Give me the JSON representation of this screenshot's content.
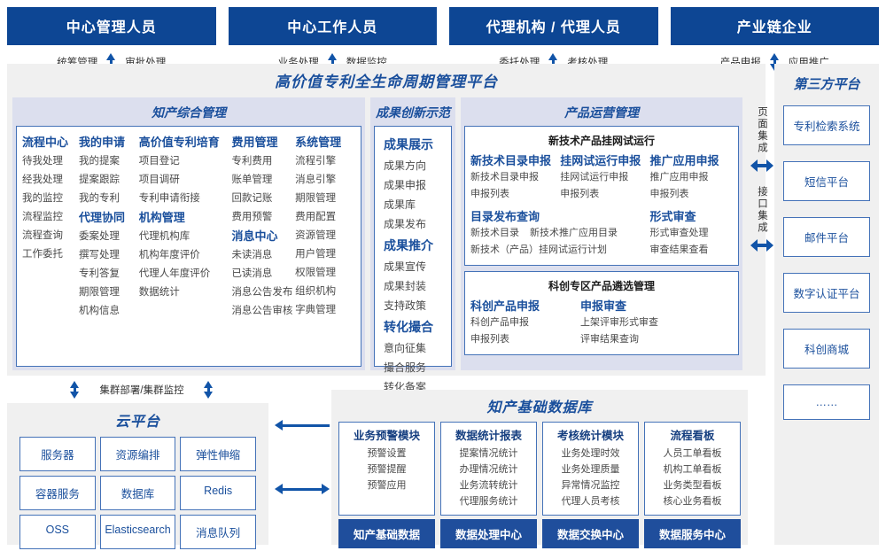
{
  "roles": [
    {
      "title": "中心管理人员",
      "left": "统筹管理",
      "right": "审批处理"
    },
    {
      "title": "中心工作人员",
      "left": "业务处理",
      "right": "数据监控"
    },
    {
      "title": "代理机构 / 代理人员",
      "left": "委托处理",
      "right": "考核处理"
    },
    {
      "title": "产业链企业",
      "left": "产品申报",
      "right": "应用推广"
    }
  ],
  "platform": {
    "title": "高价值专利全生命周期管理平台",
    "ip": {
      "title": "知产综合管理",
      "columns": [
        {
          "items": [
            {
              "text": "流程中心",
              "bold": true
            },
            {
              "text": "待我处理",
              "bold": false
            },
            {
              "text": "经我处理",
              "bold": false
            },
            {
              "text": "我的监控",
              "bold": false
            },
            {
              "text": "流程监控",
              "bold": false
            },
            {
              "text": "流程查询",
              "bold": false
            },
            {
              "text": "工作委托",
              "bold": false
            }
          ]
        },
        {
          "items": [
            {
              "text": "我的申请",
              "bold": true
            },
            {
              "text": "我的提案",
              "bold": false
            },
            {
              "text": "提案跟踪",
              "bold": false
            },
            {
              "text": "我的专利",
              "bold": false
            },
            {
              "text": "代理协同",
              "bold": true
            },
            {
              "text": "委案处理",
              "bold": false
            },
            {
              "text": "撰写处理",
              "bold": false
            },
            {
              "text": "专利答复",
              "bold": false
            },
            {
              "text": "期限管理",
              "bold": false
            },
            {
              "text": "机构信息",
              "bold": false
            }
          ]
        },
        {
          "items": [
            {
              "text": "高价值专利培育",
              "bold": true
            },
            {
              "text": "项目登记",
              "bold": false
            },
            {
              "text": "项目调研",
              "bold": false
            },
            {
              "text": "专利申请衔接",
              "bold": false
            },
            {
              "text": "机构管理",
              "bold": true
            },
            {
              "text": "代理机构库",
              "bold": false
            },
            {
              "text": "机构年度评价",
              "bold": false
            },
            {
              "text": "代理人年度评价",
              "bold": false
            },
            {
              "text": "数据统计",
              "bold": false
            }
          ]
        },
        {
          "items": [
            {
              "text": "费用管理",
              "bold": true
            },
            {
              "text": "专利费用",
              "bold": false
            },
            {
              "text": "账单管理",
              "bold": false
            },
            {
              "text": "回款记账",
              "bold": false
            },
            {
              "text": "费用预警",
              "bold": false
            },
            {
              "text": "消息中心",
              "bold": true
            },
            {
              "text": "未读消息",
              "bold": false
            },
            {
              "text": "已读消息",
              "bold": false
            },
            {
              "text": "消息公告发布",
              "bold": false
            },
            {
              "text": "消息公告审核",
              "bold": false
            }
          ]
        },
        {
          "items": [
            {
              "text": "系统管理",
              "bold": true
            },
            {
              "text": "流程引擎",
              "bold": false
            },
            {
              "text": "消息引擎",
              "bold": false
            },
            {
              "text": "期限管理",
              "bold": false
            },
            {
              "text": "费用配置",
              "bold": false
            },
            {
              "text": "资源管理",
              "bold": false
            },
            {
              "text": "用户管理",
              "bold": false
            },
            {
              "text": "权限管理",
              "bold": false
            },
            {
              "text": "组织机构",
              "bold": false
            },
            {
              "text": "字典管理",
              "bold": false
            }
          ]
        }
      ]
    },
    "achievement": {
      "title": "成果创新示范",
      "items": [
        {
          "text": "成果展示",
          "bold": true
        },
        {
          "text": "成果方向",
          "bold": false
        },
        {
          "text": "成果申报",
          "bold": false
        },
        {
          "text": "成果库",
          "bold": false
        },
        {
          "text": "成果发布",
          "bold": false
        },
        {
          "text": "成果推介",
          "bold": true
        },
        {
          "text": "成果宣传",
          "bold": false
        },
        {
          "text": "成果封装",
          "bold": false
        },
        {
          "text": "支持政策",
          "bold": false
        },
        {
          "text": "转化撮合",
          "bold": true
        },
        {
          "text": "意向征集",
          "bold": false
        },
        {
          "text": "撮合服务",
          "bold": false
        },
        {
          "text": "转化备案",
          "bold": false
        }
      ]
    },
    "product": {
      "title": "产品运营管理",
      "box1": {
        "title": "新技术产品挂网试运行",
        "columns": [
          {
            "head": "新技术目录申报",
            "items": [
              "新技术目录申报",
              "申报列表"
            ]
          },
          {
            "head": "挂网试运行申报",
            "items": [
              "挂网试运行申报",
              "申报列表"
            ]
          },
          {
            "head": "推广应用申报",
            "items": [
              "推广应用申报",
              "申报列表"
            ]
          }
        ],
        "publish_head": "目录发布查询",
        "publish_row1a": "新技术目录",
        "publish_row1b": "新技术推广应用目录",
        "publish_row2": "新技术（产品）挂网试运行计划",
        "review_head": "形式审查",
        "review_items": [
          "形式审查处理",
          "审查结果查看"
        ]
      },
      "box2": {
        "title": "科创专区产品遴选管理",
        "columns": [
          {
            "head": "科创产品申报",
            "items": [
              "科创产品申报",
              "申报列表"
            ]
          },
          {
            "head": "申报审查",
            "items": [
              "上架评审形式审查",
              "评审结果查询"
            ]
          }
        ]
      }
    }
  },
  "integration": {
    "page_label": "页面集成",
    "api_label": "接口集成"
  },
  "third_party": {
    "title": "第三方平台",
    "items": [
      "专利检索系统",
      "短信平台",
      "邮件平台",
      "数字认证平台",
      "科创商城",
      "……"
    ]
  },
  "cluster_label": "集群部署/集群监控",
  "cloud": {
    "title": "云平台",
    "cells": [
      "服务器",
      "资源编排",
      "弹性伸缩",
      "容器服务",
      "数据库",
      "Redis",
      "OSS",
      "Elasticsearch",
      "消息队列"
    ]
  },
  "database": {
    "title": "知产基础数据库",
    "columns": [
      {
        "head": "业务预警模块",
        "items": [
          "预警设置",
          "预警提醒",
          "预警应用"
        ],
        "bar": "知产基础数据"
      },
      {
        "head": "数据统计报表",
        "items": [
          "提案情况统计",
          "办理情况统计",
          "业务流转统计",
          "代理服务统计"
        ],
        "bar": "数据处理中心"
      },
      {
        "head": "考核统计模块",
        "items": [
          "业务处理时效",
          "业务处理质量",
          "异常情况监控",
          "代理人员考核"
        ],
        "bar": "数据交换中心"
      },
      {
        "head": "流程看板",
        "items": [
          "人员工单看板",
          "机构工单看板",
          "业务类型看板",
          "核心业务看板"
        ],
        "bar": "数据服务中心"
      }
    ]
  },
  "colors": {
    "brand_blue": "#0d4694",
    "accent_blue": "#1a4f9c",
    "border_blue": "#4472b8",
    "panel_bg": "#dcdfee",
    "section_bg": "#f0f0f0",
    "bar_blue": "#1f4e9c"
  }
}
